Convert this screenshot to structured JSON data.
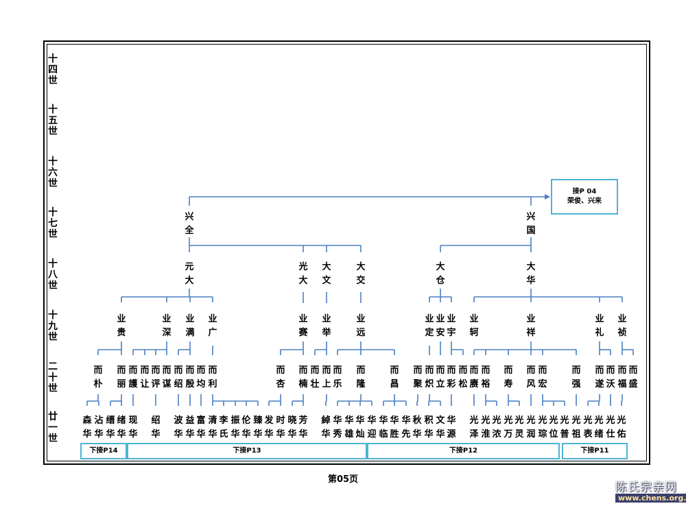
{
  "generations": [
    {
      "label": "十四世",
      "chars": [
        "十",
        "四",
        "世"
      ]
    },
    {
      "label": "十五世",
      "chars": [
        "十",
        "五",
        "世"
      ]
    },
    {
      "label": "十六世",
      "chars": [
        "十",
        "六",
        "世"
      ]
    },
    {
      "label": "十七世",
      "chars": [
        "十",
        "七",
        "世"
      ]
    },
    {
      "label": "十八世",
      "chars": [
        "十",
        "八",
        "世"
      ]
    },
    {
      "label": "十九世",
      "chars": [
        "十",
        "九",
        "世"
      ]
    },
    {
      "label": "二十世",
      "chars": [
        "二",
        "十",
        "世"
      ]
    },
    {
      "label": "廿一世",
      "chars": [
        "廿",
        "一",
        "世"
      ]
    }
  ],
  "g17": [
    {
      "name": "兴全",
      "chars": [
        "兴",
        "全"
      ]
    },
    {
      "name": "兴国",
      "chars": [
        "兴",
        "国"
      ]
    }
  ],
  "g18": [
    {
      "name": "元大",
      "chars": [
        "元",
        "大"
      ]
    },
    {
      "name": "光大",
      "chars": [
        "光",
        "大"
      ]
    },
    {
      "name": "大文",
      "chars": [
        "大",
        "文"
      ]
    },
    {
      "name": "大交",
      "chars": [
        "大",
        "交"
      ]
    },
    {
      "name": "大仓",
      "chars": [
        "大",
        "仓"
      ]
    },
    {
      "name": "大华",
      "chars": [
        "大",
        "华"
      ]
    }
  ],
  "g19": [
    {
      "name": "业贵",
      "chars": [
        "业",
        "贵"
      ]
    },
    {
      "name": "业深",
      "chars": [
        "业",
        "深"
      ]
    },
    {
      "name": "业满",
      "chars": [
        "业",
        "满"
      ]
    },
    {
      "name": "业广",
      "chars": [
        "业",
        "广"
      ]
    },
    {
      "name": "业赛",
      "chars": [
        "业",
        "赛"
      ]
    },
    {
      "name": "业举",
      "chars": [
        "业",
        "举"
      ]
    },
    {
      "name": "业远",
      "chars": [
        "业",
        "远"
      ]
    },
    {
      "name": "业定",
      "chars": [
        "业",
        "定"
      ]
    },
    {
      "name": "业安",
      "chars": [
        "业",
        "安"
      ]
    },
    {
      "name": "业宇",
      "chars": [
        "业",
        "宇"
      ]
    },
    {
      "name": "业轲",
      "chars": [
        "业",
        "轲"
      ]
    },
    {
      "name": "业祥",
      "chars": [
        "业",
        "祥"
      ]
    },
    {
      "name": "业礼",
      "chars": [
        "业",
        "礼"
      ]
    },
    {
      "name": "业祯",
      "chars": [
        "业",
        "祯"
      ]
    }
  ],
  "g20": [
    {
      "name": "而朴",
      "chars": [
        "而",
        "朴"
      ]
    },
    {
      "name": "而丽",
      "chars": [
        "而",
        "丽"
      ]
    },
    {
      "name": "而護",
      "chars": [
        "而",
        "護"
      ]
    },
    {
      "name": "而让",
      "chars": [
        "而",
        "让"
      ]
    },
    {
      "name": "而评",
      "chars": [
        "而",
        "评"
      ]
    },
    {
      "name": "而谋",
      "chars": [
        "而",
        "谋"
      ]
    },
    {
      "name": "而绍",
      "chars": [
        "而",
        "绍"
      ]
    },
    {
      "name": "而殷",
      "chars": [
        "而",
        "殷"
      ]
    },
    {
      "name": "而均",
      "chars": [
        "而",
        "均"
      ]
    },
    {
      "name": "而利",
      "chars": [
        "而",
        "利"
      ]
    },
    {
      "name": "而杏",
      "chars": [
        "而",
        "杏"
      ]
    },
    {
      "name": "而楠",
      "chars": [
        "而",
        "楠"
      ]
    },
    {
      "name": "而壮",
      "chars": [
        "而",
        "壮"
      ]
    },
    {
      "name": "而上",
      "chars": [
        "而",
        "上"
      ]
    },
    {
      "name": "而乐",
      "chars": [
        "而",
        "乐"
      ]
    },
    {
      "name": "而隆",
      "chars": [
        "而",
        "隆"
      ]
    },
    {
      "name": "而昌",
      "chars": [
        "而",
        "昌"
      ]
    },
    {
      "name": "而聚",
      "chars": [
        "而",
        "聚"
      ]
    },
    {
      "name": "而炽",
      "chars": [
        "而",
        "炽"
      ]
    },
    {
      "name": "而立",
      "chars": [
        "而",
        "立"
      ]
    },
    {
      "name": "而彩",
      "chars": [
        "而",
        "彩"
      ]
    },
    {
      "name": "而松",
      "chars": [
        "而",
        "松"
      ]
    },
    {
      "name": "而赓",
      "chars": [
        "而",
        "赓"
      ]
    },
    {
      "name": "而裕",
      "chars": [
        "而",
        "裕"
      ]
    },
    {
      "name": "而寿",
      "chars": [
        "而",
        "寿"
      ]
    },
    {
      "name": "而风",
      "chars": [
        "而",
        "风"
      ]
    },
    {
      "name": "而宏",
      "chars": [
        "而",
        "宏"
      ]
    },
    {
      "name": "而强",
      "chars": [
        "而",
        "强"
      ]
    },
    {
      "name": "而遂",
      "chars": [
        "而",
        "遂"
      ]
    },
    {
      "name": "而沃",
      "chars": [
        "而",
        "沃"
      ]
    },
    {
      "name": "而福",
      "chars": [
        "而",
        "福"
      ]
    },
    {
      "name": "而盛",
      "chars": [
        "而",
        "盛"
      ]
    }
  ],
  "g21": [
    {
      "name": "森华",
      "chars": [
        "森",
        "华"
      ]
    },
    {
      "name": "沾华",
      "chars": [
        "沾",
        "华"
      ]
    },
    {
      "name": "缙华",
      "chars": [
        "缙",
        "华"
      ]
    },
    {
      "name": "绪华",
      "chars": [
        "绪",
        "华"
      ]
    },
    {
      "name": "现华",
      "chars": [
        "现",
        "华"
      ]
    },
    {
      "name": "绍华",
      "chars": [
        "绍",
        "华"
      ]
    },
    {
      "name": "波华",
      "chars": [
        "波",
        "华"
      ]
    },
    {
      "name": "益华",
      "chars": [
        "益",
        "华"
      ]
    },
    {
      "name": "富华",
      "chars": [
        "富",
        "华"
      ]
    },
    {
      "name": "清华",
      "chars": [
        "清",
        "华"
      ]
    },
    {
      "name": "李氏",
      "chars": [
        "李",
        "氏"
      ]
    },
    {
      "name": "振华",
      "chars": [
        "振",
        "华"
      ]
    },
    {
      "name": "伦华",
      "chars": [
        "伦",
        "华"
      ]
    },
    {
      "name": "臻华",
      "chars": [
        "臻",
        "华"
      ]
    },
    {
      "name": "发华",
      "chars": [
        "发",
        "华"
      ]
    },
    {
      "name": "时华",
      "chars": [
        "时",
        "华"
      ]
    },
    {
      "name": "晓华",
      "chars": [
        "晓",
        "华"
      ]
    },
    {
      "name": "芳华",
      "chars": [
        "芳",
        "华"
      ]
    },
    {
      "name": "綽华",
      "chars": [
        "綽",
        "华"
      ]
    },
    {
      "name": "华秀",
      "chars": [
        "华",
        "秀"
      ]
    },
    {
      "name": "华雄",
      "chars": [
        "华",
        "雄"
      ]
    },
    {
      "name": "华灿",
      "chars": [
        "华",
        "灿"
      ]
    },
    {
      "name": "华迎",
      "chars": [
        "华",
        "迎"
      ]
    },
    {
      "name": "华临",
      "chars": [
        "华",
        "临"
      ]
    },
    {
      "name": "华胜",
      "chars": [
        "华",
        "胜"
      ]
    },
    {
      "name": "华先",
      "chars": [
        "华",
        "先"
      ]
    },
    {
      "name": "秋华",
      "chars": [
        "秋",
        "华"
      ]
    },
    {
      "name": "积华",
      "chars": [
        "积",
        "华"
      ]
    },
    {
      "name": "文华",
      "chars": [
        "文",
        "华"
      ]
    },
    {
      "name": "华源",
      "chars": [
        "华",
        "源"
      ]
    },
    {
      "name": "光泽",
      "chars": [
        "光",
        "泽"
      ]
    },
    {
      "name": "光淮",
      "chars": [
        "光",
        "淮"
      ]
    },
    {
      "name": "光浓",
      "chars": [
        "光",
        "浓"
      ]
    },
    {
      "name": "光万",
      "chars": [
        "光",
        "万"
      ]
    },
    {
      "name": "光灵",
      "chars": [
        "光",
        "灵"
      ]
    },
    {
      "name": "光润",
      "chars": [
        "光",
        "润"
      ]
    },
    {
      "name": "光琮",
      "chars": [
        "光",
        "琮"
      ]
    },
    {
      "name": "光位",
      "chars": [
        "光",
        "位"
      ]
    },
    {
      "name": "光普",
      "chars": [
        "光",
        "普"
      ]
    },
    {
      "name": "光祖",
      "chars": [
        "光",
        "祖"
      ]
    },
    {
      "name": "光表",
      "chars": [
        "光",
        "表"
      ]
    },
    {
      "name": "光绪",
      "chars": [
        "光",
        "绪"
      ]
    },
    {
      "name": "光仕",
      "chars": [
        "光",
        "仕"
      ]
    },
    {
      "name": "光佑",
      "chars": [
        "光",
        "佑"
      ]
    }
  ],
  "continuations": [
    {
      "label": "下接P14"
    },
    {
      "label": "下接P13"
    },
    {
      "label": "下接P12"
    },
    {
      "label": "下接P11"
    }
  ],
  "link_box": {
    "line1": "接P 04",
    "line2": "荣俊、兴来"
  },
  "page_number": "第05页",
  "watermark": {
    "title": "陈氏宗亲网",
    "url": "www.chens.org.cn"
  },
  "colors": {
    "line": "#4a7fc1",
    "box_border": "#4bb3d6"
  }
}
